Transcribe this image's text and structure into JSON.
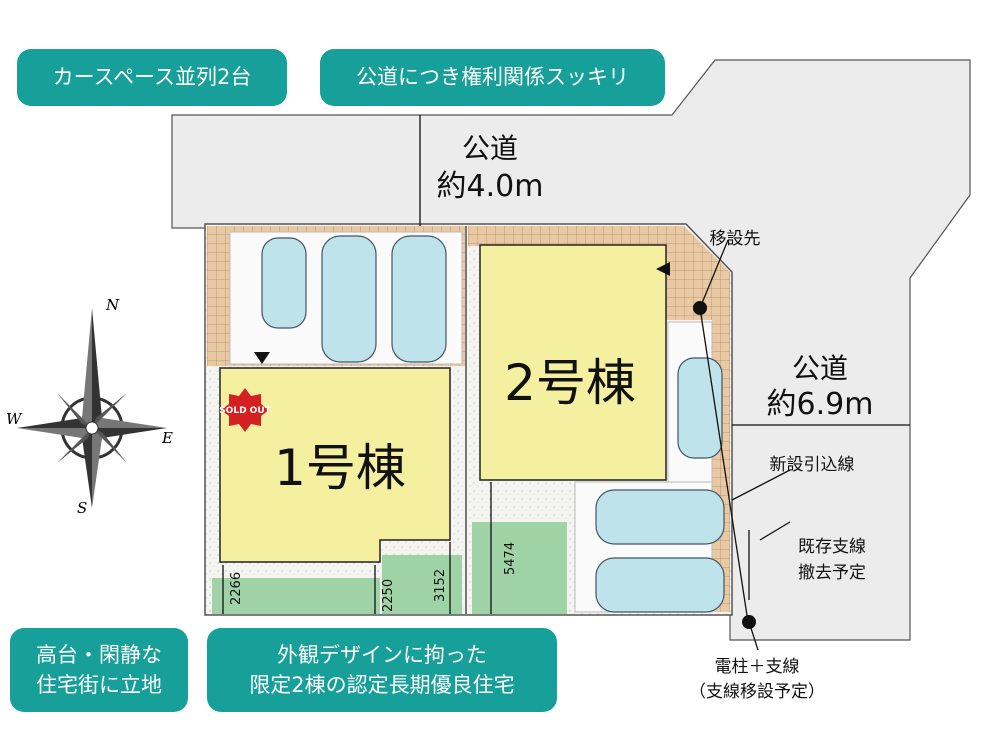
{
  "badges": {
    "parking": "カースペース並列2台",
    "public_road": "公道につき権利関係スッキリ",
    "location_line1": "高台・閑静な",
    "location_line2": "住宅街に立地",
    "design_line1": "外観デザインに拘った",
    "design_line2": "限定2棟の認定長期優良住宅"
  },
  "roads": {
    "top": {
      "name": "公道",
      "width": "約4.0m"
    },
    "right": {
      "name": "公道",
      "width": "約6.9m"
    }
  },
  "buildings": {
    "b1": {
      "name": "1号棟",
      "status": "SOLD OUT"
    },
    "b2": {
      "name": "2号棟"
    }
  },
  "dimensions": [
    "2266",
    "2250",
    "3152",
    "5474"
  ],
  "annotations": {
    "relocation_target": "移設先",
    "new_service_line": "新設引込線",
    "existing_guy_line1": "既存支線",
    "existing_guy_line2": "撤去予定",
    "pole_line1": "電柱＋支線",
    "pole_line2": "（支線移設予定）"
  },
  "compass": {
    "n": "N",
    "s": "S",
    "e": "E",
    "w": "W"
  },
  "colors": {
    "badge": "#17a09a",
    "road": "#ececec",
    "building": "#f5f0a0",
    "grass": "#9fd3a6",
    "car": "#bfe3ea",
    "paving": "#e8c9a3"
  }
}
